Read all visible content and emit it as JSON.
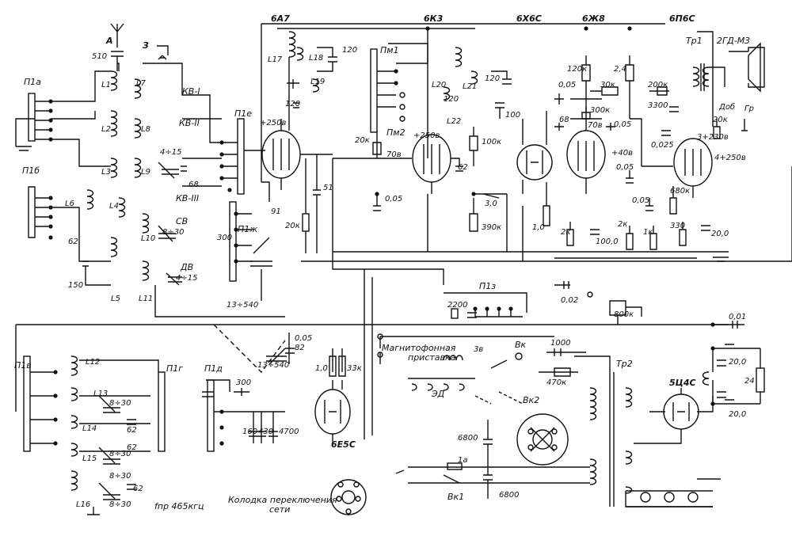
{
  "tubes": {
    "converter": "6А7",
    "if_amp": "6К3",
    "detector": "6Х6С",
    "af_amp": "6Ж8",
    "output": "6П6С",
    "tuning_eye": "6Е5С",
    "rectifier": "5Ц4С"
  },
  "antenna": {
    "a": "А",
    "ground": "З",
    "cap": "510"
  },
  "switches": {
    "p1a": "П1а",
    "p1b": "П1б",
    "p1v": "П1в",
    "p1g": "П1г",
    "p1d": "П1д",
    "p1e": "П1е",
    "p1zh": "П1ж",
    "p1z": "П1з",
    "pm1": "Пм1",
    "pm2": "Пм2",
    "vk": "Вк",
    "vk1": "Вк1",
    "vk2": "Вк2"
  },
  "bands": {
    "kv1": "КВ-I",
    "kv2": "КВ-II",
    "kv3": "КВ-III",
    "sv": "СВ",
    "dv": "ДВ"
  },
  "coils": {
    "l1": "L1",
    "l2": "L2",
    "l3": "L3",
    "l4": "L4",
    "l5": "L5",
    "l6": "L6",
    "l7": "L7",
    "l8": "L8",
    "l9": "L9",
    "l10": "L10",
    "l11": "L11",
    "l12": "L12",
    "l13": "L13",
    "l14": "L14",
    "l15": "L15",
    "l16": "L16",
    "l17": "L17",
    "l18": "L18",
    "l19": "L19",
    "l20": "L20",
    "l21": "L21",
    "l22": "L22"
  },
  "values": {
    "c4_15a": "4÷15",
    "c68": "68",
    "c8_30a": "8÷30",
    "c4_15b": "4÷15",
    "c62a": "62",
    "c150": "150",
    "c300a": "300",
    "c91": "91",
    "c13_540a": "13÷540",
    "c120a": "120",
    "c120b": "120",
    "v250a": "+250в",
    "c51": "51",
    "r20k_a": "20к",
    "c20k_b": "20к",
    "v70": "70в",
    "c005a": "0,05",
    "c120c": "120",
    "c120d": "120",
    "c100": "100",
    "v250b": "+250в",
    "c62b": "62",
    "r100k": "100к",
    "r3": "3,0",
    "r390k": "390к",
    "r1": "1,0",
    "r120k": "120к",
    "c005b": "0,05",
    "r30k": "30к",
    "r24": "2,4",
    "r200k": "200к",
    "r300k": "300к",
    "v70b": "70в",
    "c68b": "68",
    "c005c": "0,05",
    "v40": "+40в",
    "c005d": "0,05",
    "r2k_a": "2к",
    "c100b": "100,0",
    "c0025": "0,025",
    "c3300": "3300",
    "c005e": "0,05",
    "r2k_b": "2к",
    "r1k": "1к",
    "r680k": "680к",
    "r330": "330",
    "c20a": "20,0",
    "v230": "3+230в",
    "v250c": "4+250в",
    "r20k_c": "20к",
    "tr1": "Тр1",
    "speaker": "2ГД-М3",
    "dob": "Доб",
    "gr": "Гр",
    "c002": "0,02",
    "c2200": "2200",
    "r800k": "800к",
    "c82": "82",
    "c005f": "0,05",
    "c13_540b": "13÷540",
    "r1b": "1,0",
    "r33k": "33к",
    "c300b": "300",
    "c160": "160",
    "c430": "430",
    "c4700": "4700",
    "c8_30b": "8÷30",
    "c62c": "62",
    "c8_30c": "8÷30",
    "c62d": "62",
    "c8_30d": "8÷30",
    "c8_30e": "8÷30",
    "c62e": "62",
    "c1000": "1000",
    "r470k": "470к",
    "c6800a": "6800",
    "c6800b": "6800",
    "fuse": "1а",
    "tr2": "Тр2",
    "c001": "0,01",
    "c20b": "20,0",
    "c20c": "20,0",
    "r24b": "24",
    "ed": "ЭД",
    "v3": "3в"
  },
  "captions": {
    "tape": "Магнитофонная",
    "tape2": "приставка",
    "fpr": "fпр 465кгц",
    "socket": "Колодка переключения",
    "socket2": "сети"
  },
  "colors": {
    "ink": "#111111",
    "paper": "#ffffff"
  }
}
